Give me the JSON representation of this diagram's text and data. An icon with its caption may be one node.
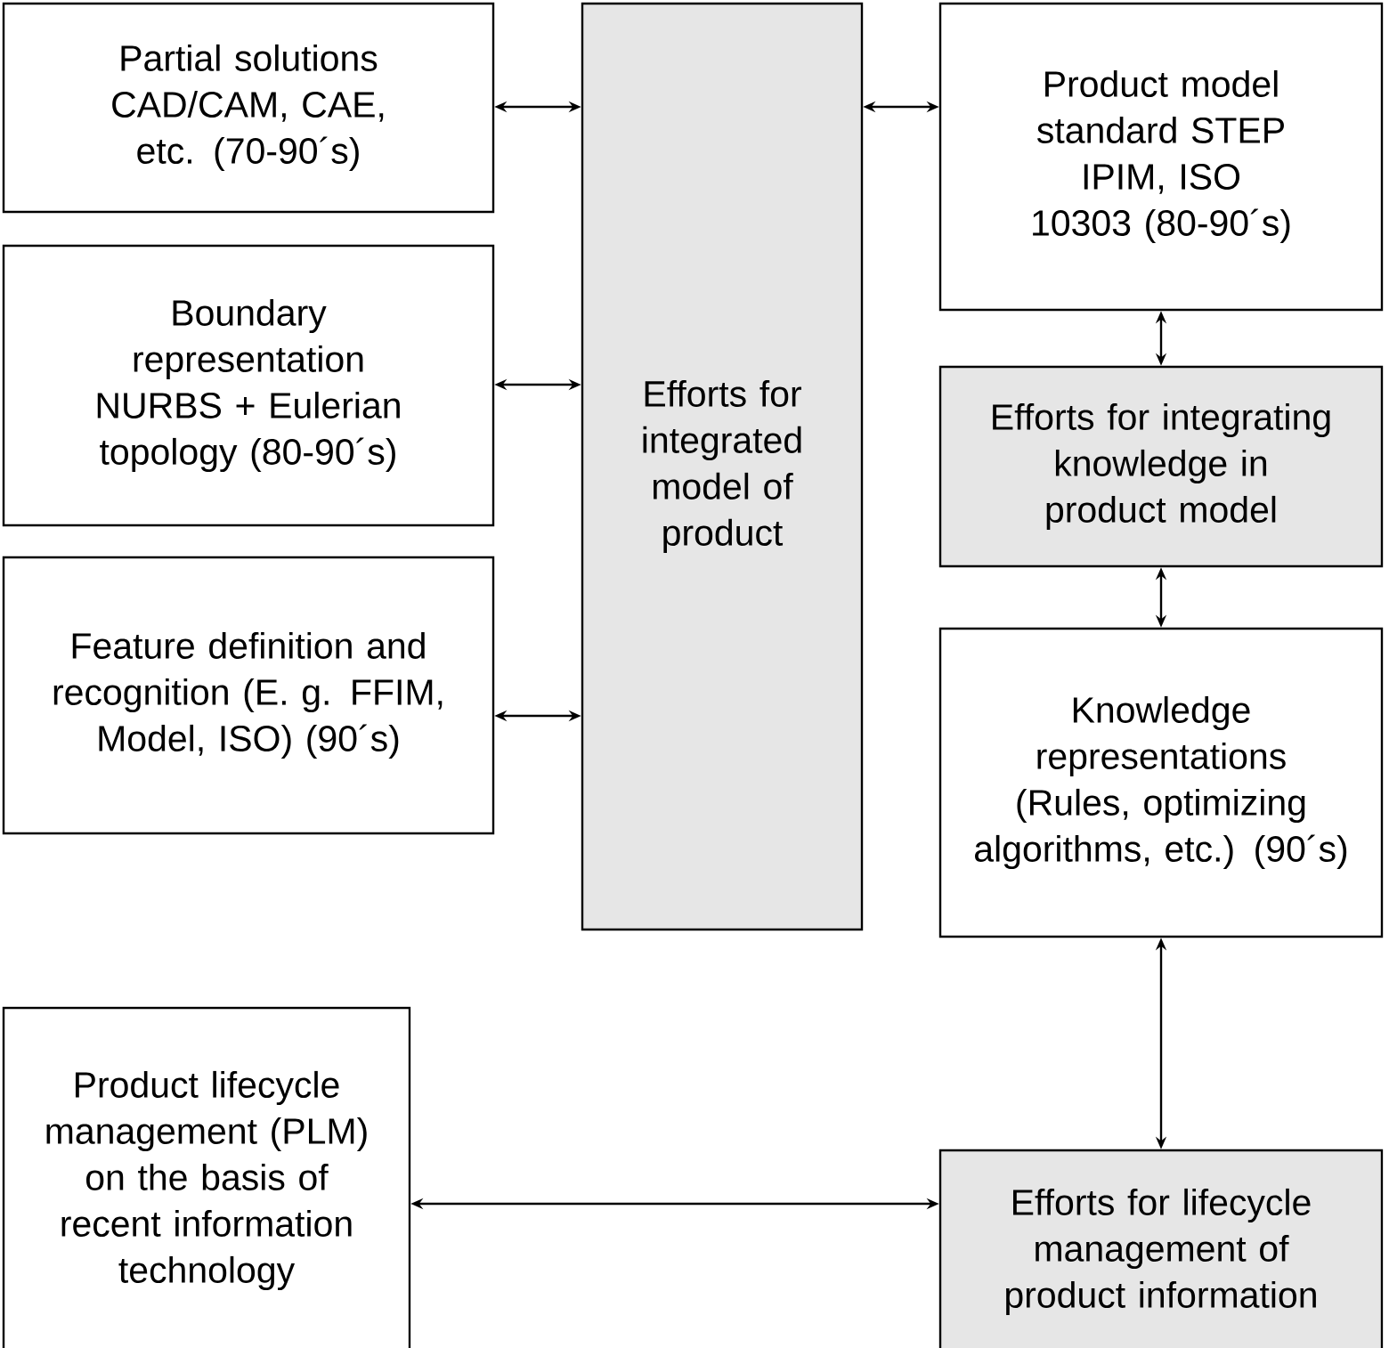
{
  "diagram": {
    "nodes": [
      {
        "text": [
          "Partial solutions CAD/CAM, CAE, etc. (70-90´s)"
        ]
      },
      {
        "text": [
          "Boundary representation NURBS + Eulerian topology (80-90´s)"
        ]
      },
      {
        "text": [
          "Feature definition and recognition (E. g. FFIM, Model, ISO) (90´s)"
        ]
      },
      {
        "text": [
          "Efforts for integrated model of product"
        ]
      },
      {
        "text": [
          "Product model standard STEP IPIM, ISO 10303 (80-90´s)"
        ]
      },
      {
        "text": [
          "Efforts for integrating knowledge in product model"
        ]
      },
      {
        "text": [
          "Knowledge representations (Rules, optimizing algorithms, etc.) (90´s)"
        ]
      },
      {
        "text": [
          "Product lifecycle management (PLM) on the basis of recent information technology"
        ]
      },
      {
        "text": [
          "Efforts for lifecycle management of product information"
        ]
      }
    ],
    "edges": [
      {
        "from": 0,
        "to": 3,
        "arrow": "both"
      },
      {
        "from": 1,
        "to": 3,
        "arrow": "both"
      },
      {
        "from": 2,
        "to": 3,
        "arrow": "both"
      },
      {
        "from": 3,
        "to": 4,
        "arrow": "both"
      },
      {
        "from": 4,
        "to": 5,
        "arrow": "both"
      },
      {
        "from": 5,
        "to": 6,
        "arrow": "both"
      },
      {
        "from": 6,
        "to": 8,
        "arrow": "both"
      },
      {
        "from": 7,
        "to": 8,
        "arrow": "both"
      }
    ]
  }
}
